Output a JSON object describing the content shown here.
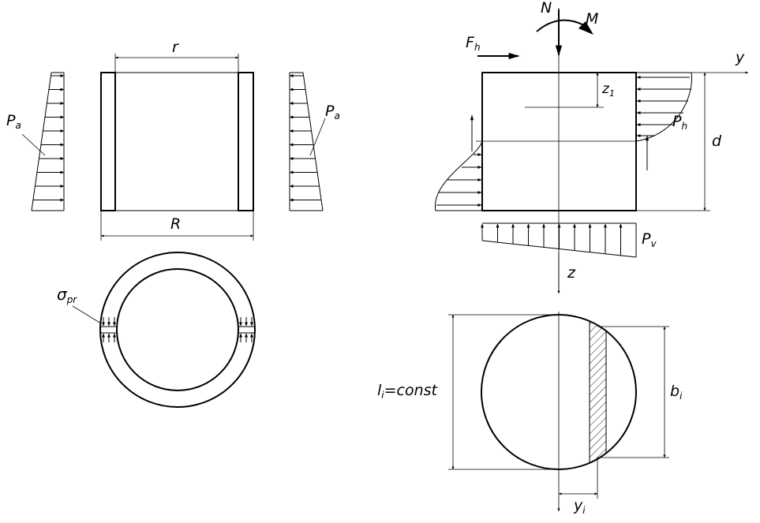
{
  "labels": {
    "r": "r",
    "R": "R",
    "pa_left": "P",
    "pa_left_sub": "a",
    "pa_right": "P",
    "pa_right_sub": "a",
    "sigma": "σ",
    "sigma_sub": "pr",
    "N": "N",
    "M": "M",
    "Fh": "F",
    "Fh_sub": "h",
    "y": "y",
    "z1": "z",
    "z1_sub": "1",
    "Ph": "P",
    "Ph_sub": "h",
    "d": "d",
    "Pv": "P",
    "Pv_sub": "v",
    "z": "z",
    "li": "l",
    "li_sub": "i",
    "li_rest": "=const",
    "bi": "b",
    "bi_sub": "i",
    "yi": "y",
    "yi_sub": "i"
  },
  "colors": {
    "line": "#000000",
    "background": "#ffffff"
  }
}
